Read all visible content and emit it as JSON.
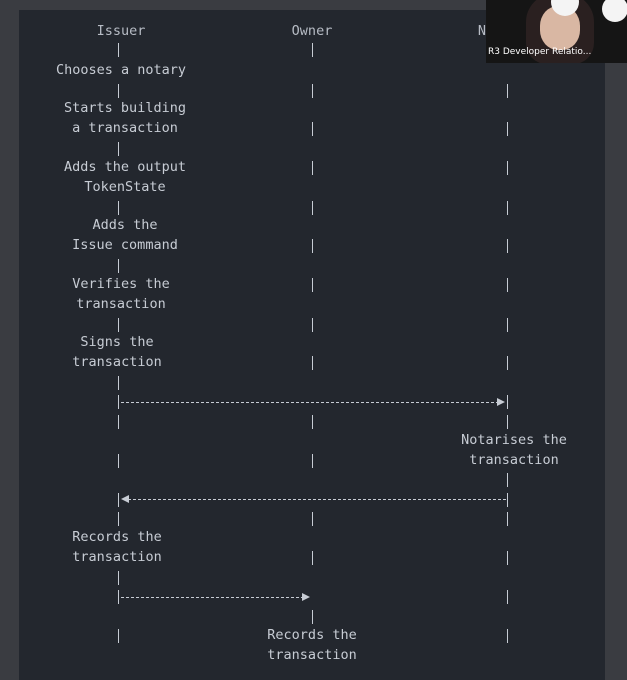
{
  "diagram": {
    "participants": [
      "Issuer",
      "Owner",
      "N"
    ],
    "steps": {
      "choose_notary": "Chooses a notary",
      "start_building": "Starts building\na transaction",
      "add_output": "Adds the output\nTokenState",
      "add_command": "Adds the\nIssue command",
      "verify": "Verifies the\ntransaction",
      "sign": "Signs the\ntransaction",
      "notarise": "Notarises the\ntransaction",
      "issuer_record": "Records the\ntransaction",
      "owner_record": "Records the\ntransaction"
    }
  },
  "video_tile": {
    "name": "R3 Developer Relatio..."
  }
}
